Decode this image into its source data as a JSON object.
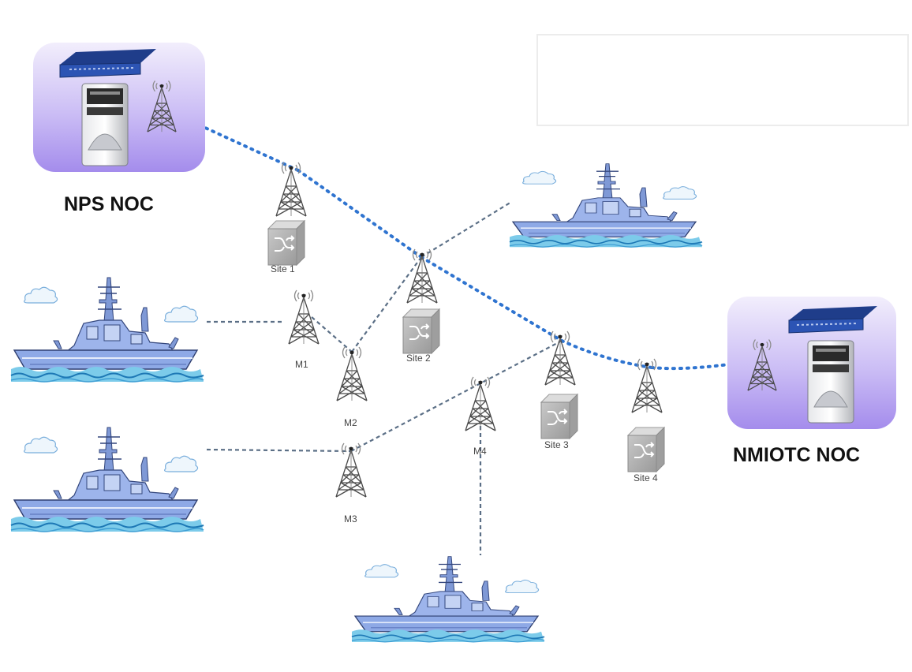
{
  "labels": {
    "nps_noc": "NPS NOC",
    "nmiotc_noc": "NMIOTC NOC",
    "site1": "Site 1",
    "site2": "Site 2",
    "site3": "Site 3",
    "site4": "Site 4",
    "m1": "M1",
    "m2": "M2",
    "m3": "M3",
    "m4": "M4"
  },
  "colors": {
    "backbone_link": "#2f74d0",
    "local_link": "#5b6f86",
    "noc_panel_top": "#f2eefc",
    "noc_panel_bottom": "#a48cec",
    "ship_hull": "#8ea9e6",
    "sea": "#5cb6e0"
  },
  "icons": [
    "router-icon",
    "server-tower-icon",
    "antenna-tower-icon",
    "switch-icon",
    "warship-icon",
    "cloud-icon"
  ]
}
